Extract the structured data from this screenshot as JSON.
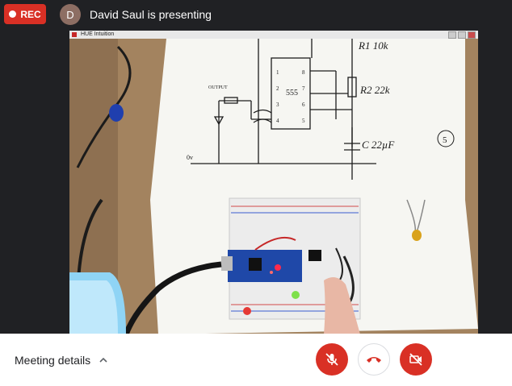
{
  "header": {
    "rec_label": "REC",
    "avatar_initial": "D",
    "presenter_text": "David Saul is presenting"
  },
  "shared_window": {
    "title": "HUE Intuition",
    "schematic": {
      "chip_label": "555",
      "output_label": "OUTPUT",
      "r1_label": "R1 10k",
      "r2_label": "R2 22k",
      "c_label": "C 22µF",
      "ground_label": "0v",
      "step_number": "5",
      "pins_left": [
        "1",
        "2",
        "3",
        "4"
      ],
      "pins_right": [
        "8",
        "7",
        "6",
        "5"
      ]
    }
  },
  "footer": {
    "meeting_details_label": "Meeting details"
  },
  "colors": {
    "rec": "#d93025",
    "danger": "#d93025",
    "text_dark": "#202124",
    "bg_dark": "#202124"
  }
}
